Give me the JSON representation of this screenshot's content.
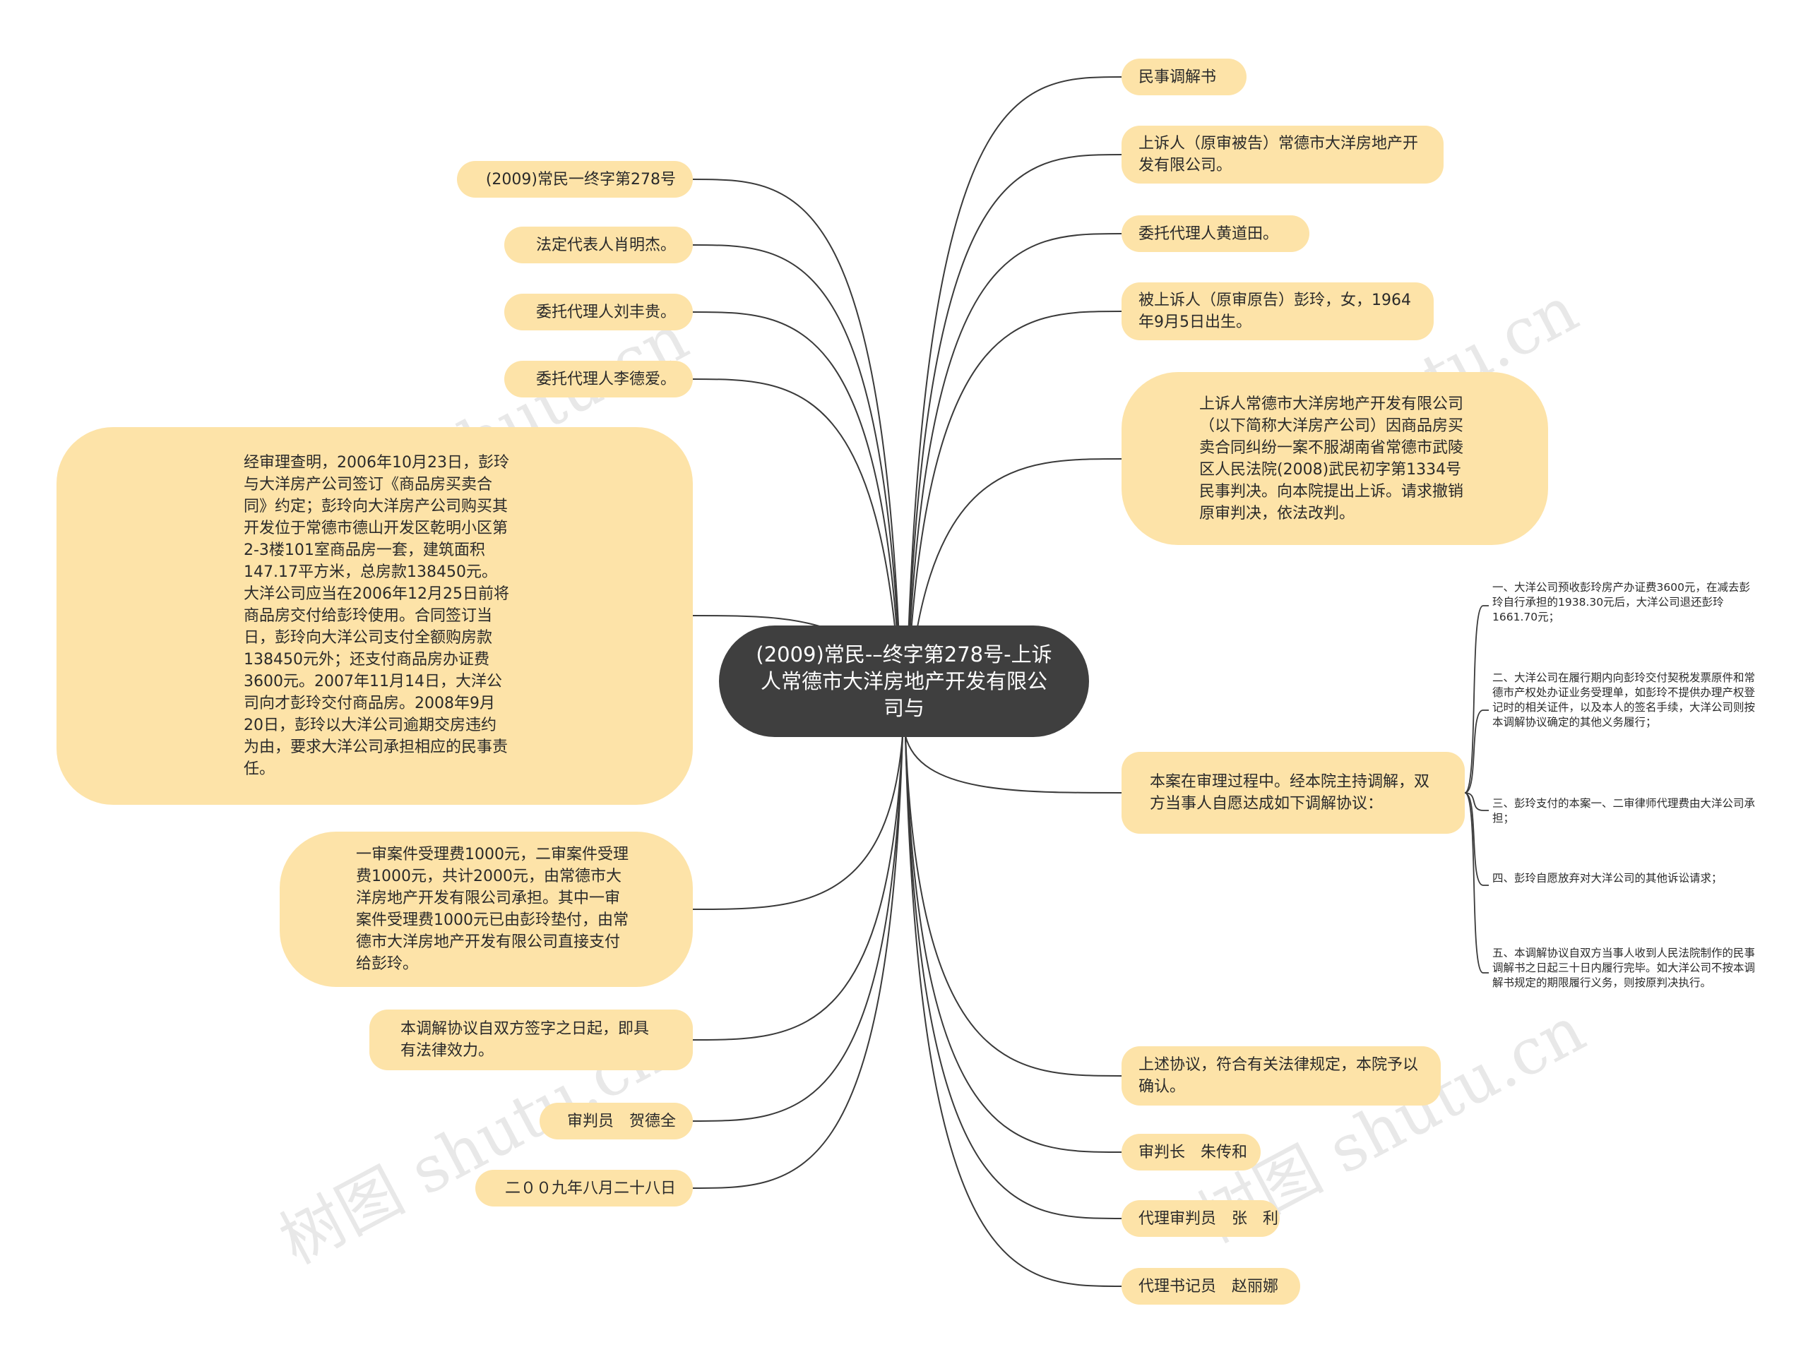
{
  "central": "(2009)常民-–终字第278号-上诉人常德市大洋房地产开发有限公司与",
  "right_nodes": [
    "民事调解书",
    "上诉人（原审被告）常德市大洋房地产开发有限公司。",
    "委托代理人黄道田。",
    "被上诉人（原审原告）彭玲，女，1964年9月5日出生。",
    "上诉人常德市大洋房地产开发有限公司（以下简称大洋房产公司）因商品房买卖合同纠纷一案不服湖南省常德市武陵区人民法院(2008)武民初字第1334号民事判决。向本院提出上诉。请求撤销原审判决，依法改判。",
    "本案在审理过程中。经本院主持调解，双方当事人自愿达成如下调解协议：",
    "上述协议，符合有关法律规定，本院予以确认。",
    "审判长　朱传和",
    "代理审判员　张　利",
    "代理书记员　赵丽娜"
  ],
  "left_nodes": [
    "(2009)常民一终字第278号",
    "法定代表人肖明杰。",
    "委托代理人刘丰贵。",
    "委托代理人李德爱。",
    "经审理查明，2006年10月23日，彭玲与大洋房产公司签订《商品房买卖合同》约定；彭玲向大洋房产公司购买其开发位于常德市德山开发区乾明小区第2-3楼101室商品房一套，建筑面积147.17平方米，总房款138450元。大洋公司应当在2006年12月25日前将商品房交付给彭玲使用。合同签订当日，彭玲向大洋公司支付全额购房款138450元外；还支付商品房办证费3600元。2007年11月14日，大洋公司向才彭玲交付商品房。2008年9月20日，彭玲以大洋公司逾期交房违约为由，要求大洋公司承担相应的民事责任。",
    "一审案件受理费1000元，二审案件受理费1000元，共计2000元，由常德市大洋房地产开发有限公司承担。其中一审案件受理费1000元已由彭玲垫付，由常德市大洋房地产开发有限公司直接支付给彭玲。",
    "本调解协议自双方签字之日起，即具有法律效力。",
    "审判员　贺德全",
    "二００九年八月二十八日"
  ],
  "agreement_items": [
    "一、大洋公司预收彭玲房产办证费3600元，在减去彭玲自行承担的1938.30元后，大洋公司退还彭玲1661.70元；",
    "二、大洋公司在履行期内向彭玲交付契税发票原件和常德市产权处办证业务受理单，如彭玲不提供办理产权登记时的相关证件，以及本人的签名手续，大洋公司则按本调解协议确定的其他义务履行；",
    "三、彭玲支付的本案一、二审律师代理费由大洋公司承担；",
    "四、彭玲自愿放弃对大洋公司的其他诉讼请求；",
    "五、本调解协议自双方当事人收到人民法院制作的民事调解书之日起三十日内履行完毕。如大洋公司不按本调解书规定的期限履行义务，则按原判决执行。"
  ],
  "watermark": "树图 shutu.cn",
  "colors": {
    "node": "#fde3a8",
    "central": "#3f3f3f",
    "line": "#3a3a3a"
  }
}
